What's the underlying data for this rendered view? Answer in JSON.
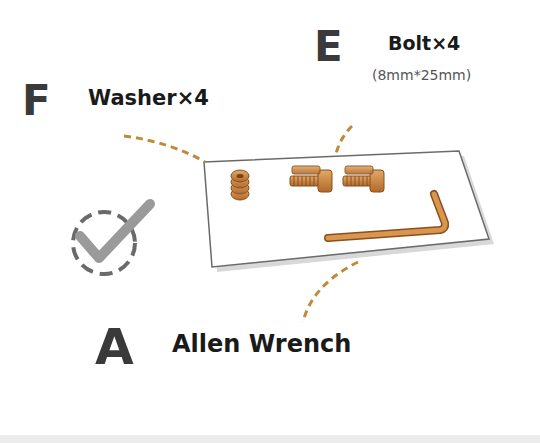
{
  "diagram": {
    "labels": [
      "F",
      "Washer×4",
      "E",
      "Bolt×4",
      "(8mm*25mm)",
      "A",
      "Allen Wrench"
    ]
  }
}
